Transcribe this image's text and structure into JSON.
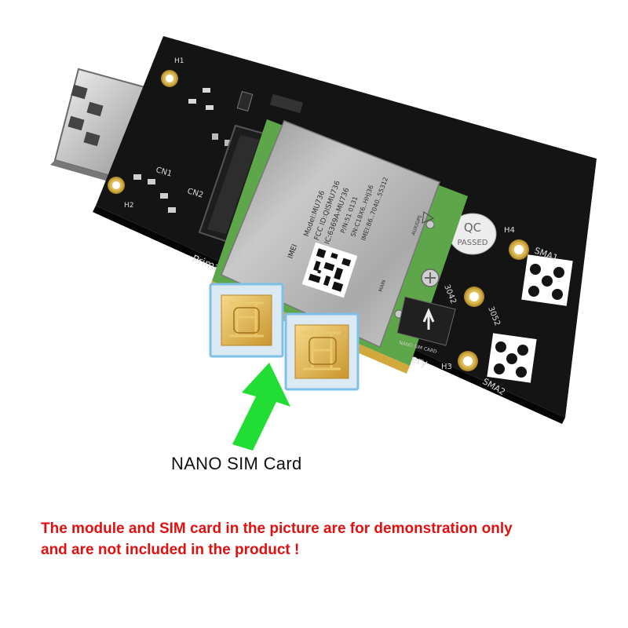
{
  "board": {
    "silk": {
      "h1": "H1",
      "h2": "H2",
      "h3": "H3",
      "h4": "H4",
      "cn1": "CN1",
      "cn2": "CN2",
      "primary": "Primary",
      "secondary": "Secondery",
      "sma1": "SMA1",
      "sma2": "SMA2",
      "slot_3042": "3042",
      "slot_3052": "3052",
      "qc_top": "QC",
      "qc_bottom": "PASSED",
      "sim_marking": "NANO SIM CARD"
    },
    "module": {
      "model": "Model:MU736",
      "fcc": "FCC ID:QISMU736",
      "ic": "IC:6369A-MU736",
      "pn": "P/N:51 0131",
      "sn": "SN:C18X6..HHJ36",
      "imei_line": "IMEI:86..7040..55312",
      "imei_label": "IMEI",
      "aux": "AUX/GPS",
      "main": "MAIN"
    }
  },
  "caption": "NANO SIM Card",
  "notice": {
    "line1": "The module and SIM card in the picture are for demonstration only",
    "line2": "and are not included in the product !"
  },
  "colors": {
    "pcb": "#141414",
    "gold": "#d9b54a",
    "sim_border": "#7ec0e8",
    "arrow": "#22dd33",
    "notice": "#e01010"
  }
}
